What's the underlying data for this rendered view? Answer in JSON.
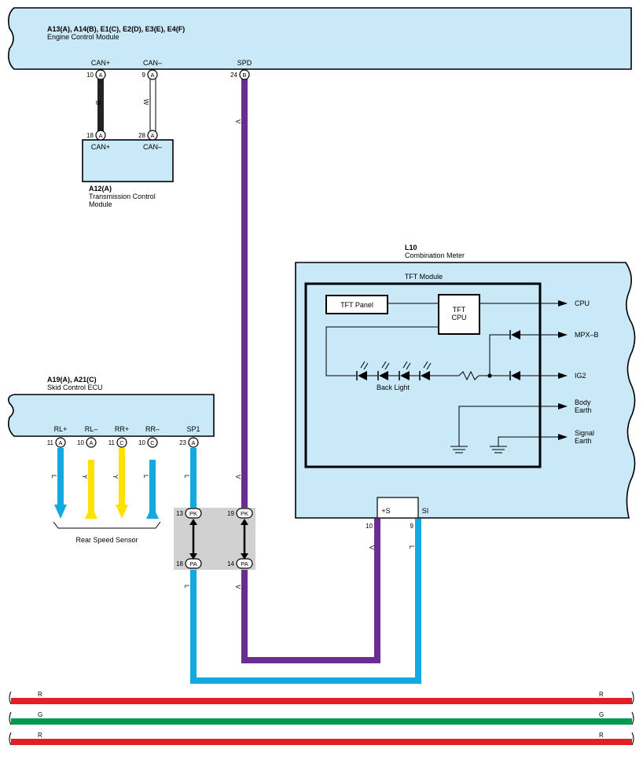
{
  "ecm": {
    "title": "A13(A), A14(B), E1(C), E2(D), E3(E), E4(F)",
    "subtitle": "Engine Control Module",
    "pins": [
      {
        "name": "CAN+",
        "num": "10",
        "conn": "A"
      },
      {
        "name": "CAN–",
        "num": "9",
        "conn": "A"
      },
      {
        "name": "SPD",
        "num": "24",
        "conn": "B"
      }
    ]
  },
  "tcm": {
    "title": "A12(A)",
    "subtitle_1": "Transmission Control",
    "subtitle_2": "Module",
    "pins": [
      {
        "name": "CAN+",
        "num": "18",
        "conn": "A"
      },
      {
        "name": "CAN–",
        "num": "28",
        "conn": "A"
      }
    ]
  },
  "skid": {
    "title": "A19(A), A21(C)",
    "subtitle": "Skid Control ECU",
    "pins": [
      {
        "name": "RL+",
        "num": "11",
        "conn": "A"
      },
      {
        "name": "RL–",
        "num": "10",
        "conn": "A"
      },
      {
        "name": "RR+",
        "num": "11",
        "conn": "C"
      },
      {
        "name": "RR–",
        "num": "10",
        "conn": "C"
      },
      {
        "name": "SP1",
        "num": "23",
        "conn": "A"
      }
    ],
    "sensor_label": "Rear Speed Sensor"
  },
  "meter": {
    "title": "L10",
    "subtitle": "Combination Meter",
    "tft_module": "TFT Module",
    "tft_panel": "TFT Panel",
    "tft_cpu_1": "TFT",
    "tft_cpu_2": "CPU",
    "back_light": "Back Light",
    "outputs": {
      "cpu": "CPU",
      "mpxb": "MPX–B",
      "ig2": "IG2",
      "body_earth_1": "Body",
      "body_earth_2": "Earth",
      "signal_earth_1": "Signal",
      "signal_earth_2": "Earth"
    },
    "pins": [
      {
        "name": "+S",
        "num": "10"
      },
      {
        "name": "SI",
        "num": "9"
      }
    ]
  },
  "junction": {
    "top": [
      {
        "num": "13",
        "conn": "PK"
      },
      {
        "num": "19",
        "conn": "PK"
      }
    ],
    "bottom": [
      {
        "num": "18",
        "conn": "PA"
      },
      {
        "num": "14",
        "conn": "PA"
      }
    ]
  },
  "wire_colors": {
    "B": "B",
    "W": "W",
    "V": "V",
    "L": "L",
    "Y": "Y",
    "R": "R",
    "G": "G"
  },
  "colors": {
    "module_fill": "#c9e8f8",
    "violet": "#6a2c91",
    "blue": "#12a8e0",
    "yellow": "#ffe100",
    "red": "#e31e24",
    "green": "#009a4e",
    "black": "#222222",
    "junction_fill": "#d1d1d1"
  }
}
